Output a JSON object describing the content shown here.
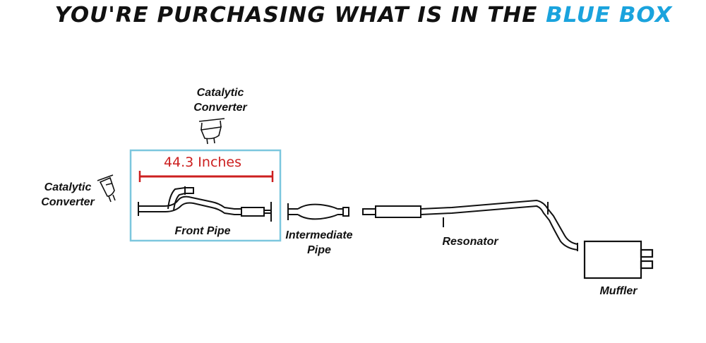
{
  "banner": {
    "text_main": "YOU'RE PURCHASING WHAT IS IN THE ",
    "text_accent": "BLUE BOX"
  },
  "colors": {
    "accent": "#1aa3dd",
    "measurement": "#cc1f1f",
    "selection_box": "#7cc7de",
    "line": "#111111"
  },
  "diagram": {
    "measurement": "44.3 Inches",
    "labels": {
      "cat_top_1": "Catalytic",
      "cat_top_2": "Converter",
      "cat_left_1": "Catalytic",
      "cat_left_2": "Converter",
      "front_pipe": "Front Pipe",
      "intermediate_1": "Intermediate",
      "intermediate_2": "Pipe",
      "resonator": "Resonator",
      "muffler": "Muffler"
    }
  }
}
